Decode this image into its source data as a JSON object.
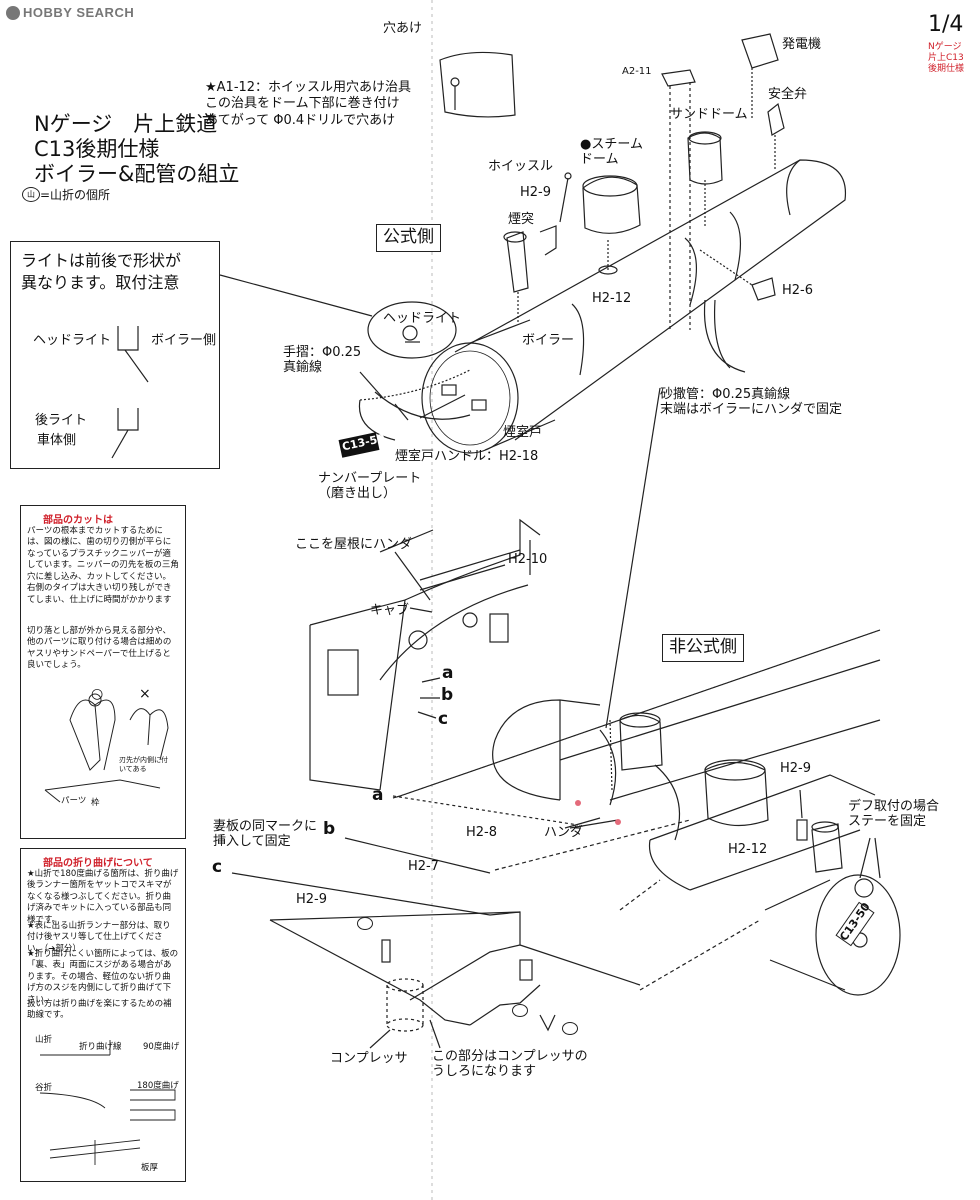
{
  "header": {
    "logo_text": "HOBBY SEARCH",
    "page_number": "1/4",
    "page_note": [
      "Nゲージ",
      "片上C13",
      "後期仕様"
    ]
  },
  "title": {
    "lines": [
      "Nゲージ　片上鉄道",
      "C13後期仕様",
      "ボイラー&配管の組立"
    ],
    "legend_symbol": "山",
    "legend_text": "=山折の個所"
  },
  "light_note": {
    "text_line1": "ライトは前後で形状が",
    "text_line2": "異なります。取付注意",
    "headlight_label": "ヘッドライト",
    "boiler_side_label": "ボイラー側",
    "rearlight_label": "後ライト",
    "body_side_label": "車体側"
  },
  "cut_box": {
    "title": "部品のカットは",
    "paragraphs": [
      "パーツの根本までカットするためには、図の様に、歯の切り刃側が平らになっているプラスチックニッパーが適しています。ニッパーの刃先を板の三角穴に差し込み、カットしてください。右側のタイプは大きい切り残しができてしまい、仕上げに時間がかかります",
      "切り落とし部が外から見える部分や、他のパーツに取り付ける場合は細めのヤスリやサンドペーパーで仕上げると良いでしょう。"
    ],
    "ok_mark": "○",
    "ng_mark": "×",
    "part_label": "パーツ",
    "frame_label": "枠",
    "ng_caption": "刃先が内側に付いてある"
  },
  "fold_box": {
    "title": "部品の折り曲げについて",
    "paragraphs": [
      "★山折で180度曲げる箇所は、折り曲げ後ランナー箇所をヤットコでスキマがなくなる様つぶしてください。折り曲げ済みでキットに入っている部品も同様です。",
      "★表に出る山折ランナー部分は、取り付け後ヤスリ等して仕上げてください。（➔部分）",
      "★折り曲げにくい箇所によっては、板の「裏、表」両面にスジがある場合があります。その場合、軽位のない折り曲げ方のスジを内側にして折り曲げて下さい。",
      "扱い方は折り曲げを楽にするための補助線です。"
    ],
    "label_90": "90度曲げ",
    "label_180": "180度曲げ",
    "label_fold": "折り曲げ線",
    "label_mountain": "山折",
    "label_valley": "谷折",
    "label_sheet": "板厚"
  },
  "labels": {
    "hole": "穴あけ",
    "a1_note": [
      "★A1-12：ホイッスル用穴あけ治具",
      "この治具をドーム下部に巻き付け",
      "あてがって Φ0.4ドリルで穴あけ"
    ],
    "a2_11": "A2-11",
    "generator": "発電機",
    "safety_valve": "安全弁",
    "sand_dome": "サンドドーム",
    "steam_dome": "●スチーム\nドーム",
    "whistle": "ホイッスル",
    "h2_9_top": "H2-9",
    "chimney": "煙突",
    "official_side": "公式側",
    "headlight": "ヘッドライト",
    "h2_12_top": "H2-12",
    "h2_6": "H2-6",
    "boiler": "ボイラー",
    "handrail": "手摺：Φ0.25\n真鍮線",
    "smokebox_door": "煙室戸",
    "number_plate_badge": "C13-50",
    "smokebox_handle": "煙室戸ハンドル：H2-18",
    "number_plate": "ナンバープレート\n（磨き出し）",
    "sand_pipe": "砂撒管：Φ0.25真鍮線\n末端はボイラーにハンダで固定",
    "solder_roof": "ここを屋根にハンダ",
    "h2_10": "H2-10",
    "cab": "キャブ",
    "unofficial_side": "非公式側",
    "letter_a": "a",
    "letter_b": "b",
    "letter_c": "c",
    "h2_9_right": "H2-9",
    "deflector_note": "デフ取付の場合\nステーを固定",
    "h2_8": "H2-8",
    "solder": "ハンダ",
    "end_plate_note": "妻板の同マークに\n挿入して固定",
    "h2_7": "H2-7",
    "h2_12_bottom": "H2-12",
    "h2_9_bottom": "H2-9",
    "compressor": "コンプレッサ",
    "compressor_note": "この部分はコンプレッサの\nうしろになります",
    "front_badge": "C13-50"
  }
}
